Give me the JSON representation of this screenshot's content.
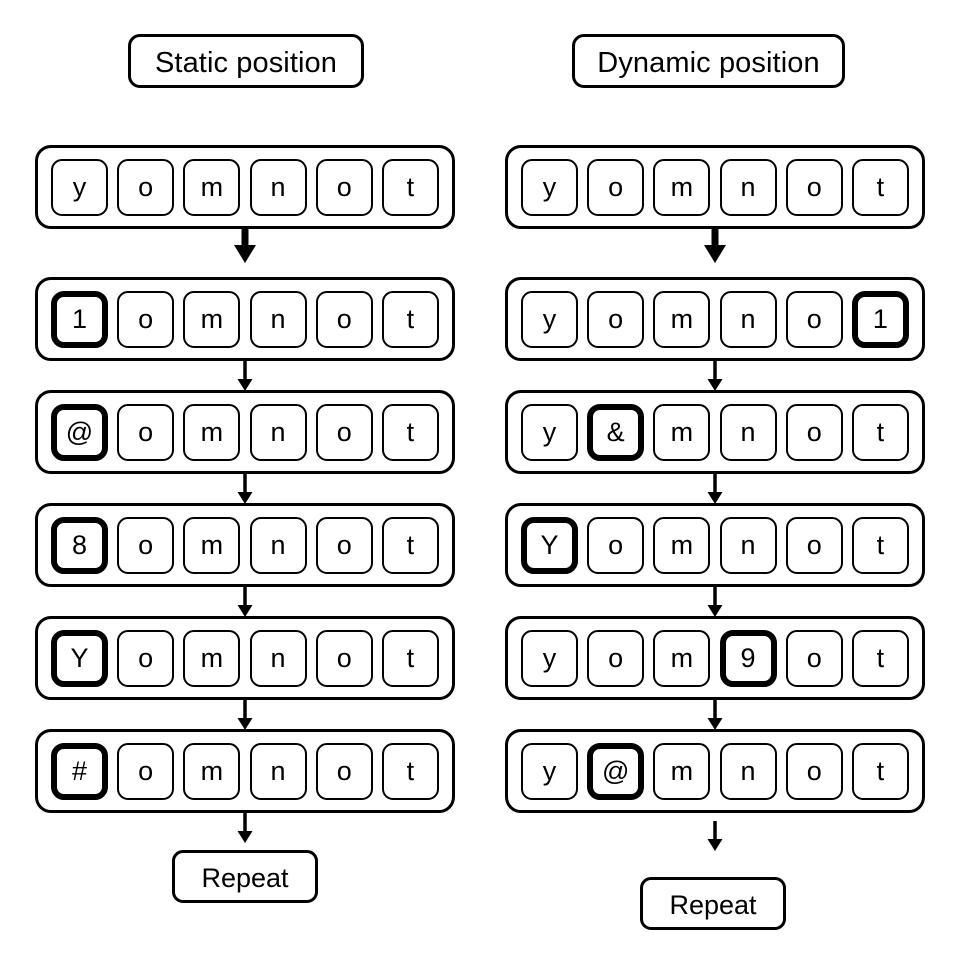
{
  "diagram": {
    "title_left": "Static position",
    "title_right": "Dynamic position",
    "repeat_label": "Repeat",
    "cell_count": 6,
    "base_word": [
      "y",
      "o",
      "m",
      "n",
      "o",
      "t"
    ],
    "colors": {
      "stroke": "#000000",
      "background": "#ffffff"
    }
  },
  "columns": [
    {
      "id": "static",
      "header": "Static position",
      "repeat": "Repeat",
      "rows": [
        {
          "cells": [
            "y",
            "o",
            "m",
            "n",
            "o",
            "t"
          ],
          "highlight": null
        },
        {
          "cells": [
            "1",
            "o",
            "m",
            "n",
            "o",
            "t"
          ],
          "highlight": 0
        },
        {
          "cells": [
            "@",
            "o",
            "m",
            "n",
            "o",
            "t"
          ],
          "highlight": 0
        },
        {
          "cells": [
            "8",
            "o",
            "m",
            "n",
            "o",
            "t"
          ],
          "highlight": 0
        },
        {
          "cells": [
            "Y",
            "o",
            "m",
            "n",
            "o",
            "t"
          ],
          "highlight": 0
        },
        {
          "cells": [
            "#",
            "o",
            "m",
            "n",
            "o",
            "t"
          ],
          "highlight": 0
        }
      ]
    },
    {
      "id": "dynamic",
      "header": "Dynamic position",
      "repeat": "Repeat",
      "rows": [
        {
          "cells": [
            "y",
            "o",
            "m",
            "n",
            "o",
            "t"
          ],
          "highlight": null
        },
        {
          "cells": [
            "y",
            "o",
            "m",
            "n",
            "o",
            "1"
          ],
          "highlight": 5
        },
        {
          "cells": [
            "y",
            "&",
            "m",
            "n",
            "o",
            "t"
          ],
          "highlight": 1
        },
        {
          "cells": [
            "Y",
            "o",
            "m",
            "n",
            "o",
            "t"
          ],
          "highlight": 0
        },
        {
          "cells": [
            "y",
            "o",
            "m",
            "9",
            "o",
            "t"
          ],
          "highlight": 3
        },
        {
          "cells": [
            "y",
            "@",
            "m",
            "n",
            "o",
            "t"
          ],
          "highlight": 1
        }
      ]
    }
  ],
  "layout": {
    "row_tops_static": [
      145,
      277,
      390,
      503,
      616,
      729
    ],
    "row_tops_dynamic": [
      145,
      277,
      390,
      503,
      616,
      729
    ],
    "arrow_tops_static": [
      229,
      361,
      474,
      587,
      700,
      813
    ],
    "arrow_label": "down-arrow"
  }
}
